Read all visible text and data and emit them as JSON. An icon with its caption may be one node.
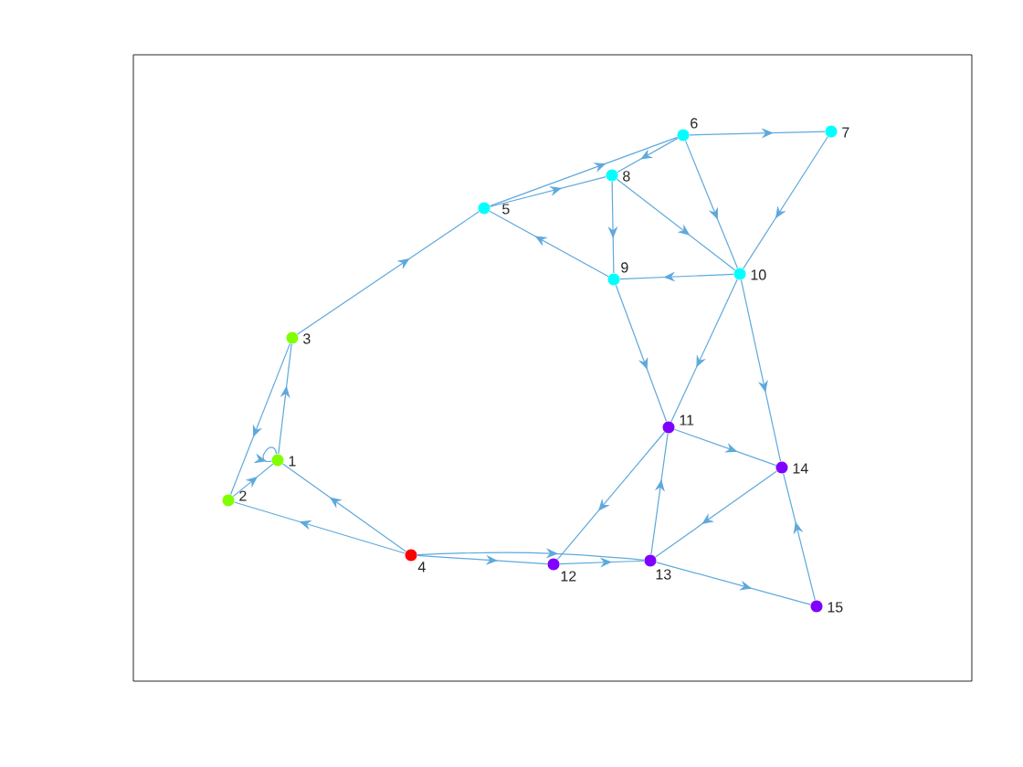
{
  "diagram": {
    "nodes": [
      {
        "text": [],
        "shape": "circle",
        "beside": [
          "1"
        ]
      },
      {
        "text": [],
        "shape": "circle",
        "beside": [
          "2"
        ]
      },
      {
        "text": [],
        "shape": "circle",
        "beside": [
          "3"
        ]
      },
      {
        "text": [],
        "shape": "circle",
        "beside": [
          "4"
        ]
      },
      {
        "text": [],
        "shape": "circle",
        "beside": [
          "5"
        ]
      },
      {
        "text": [],
        "shape": "circle",
        "beside": [
          "6"
        ]
      },
      {
        "text": [],
        "shape": "circle",
        "beside": [
          "7"
        ]
      },
      {
        "text": [],
        "shape": "circle",
        "beside": [
          "8"
        ]
      },
      {
        "text": [],
        "shape": "circle",
        "beside": [
          "9"
        ]
      },
      {
        "text": [],
        "shape": "circle",
        "beside": [
          "10"
        ]
      },
      {
        "text": [],
        "shape": "circle",
        "beside": [
          "11"
        ]
      },
      {
        "text": [],
        "shape": "circle",
        "beside": [
          "12"
        ]
      },
      {
        "text": [],
        "shape": "circle",
        "beside": [
          "13"
        ]
      },
      {
        "text": [],
        "shape": "circle",
        "beside": [
          "14"
        ]
      },
      {
        "text": [],
        "shape": "circle",
        "beside": [
          "15"
        ]
      }
    ],
    "edges": [
      {
        "from": 0,
        "to": 0,
        "arrow": "to"
      },
      {
        "from": 1,
        "to": 0,
        "arrow": "to"
      },
      {
        "from": 0,
        "to": 2,
        "arrow": "to"
      },
      {
        "from": 2,
        "to": 1,
        "arrow": "to"
      },
      {
        "from": 2,
        "to": 4,
        "arrow": "to"
      },
      {
        "from": 3,
        "to": 0,
        "arrow": "to"
      },
      {
        "from": 3,
        "to": 1,
        "arrow": "to"
      },
      {
        "from": 3,
        "to": 11,
        "arrow": "to"
      },
      {
        "from": 3,
        "to": 12,
        "arrow": "to"
      },
      {
        "from": 4,
        "to": 5,
        "arrow": "to"
      },
      {
        "from": 4,
        "to": 7,
        "arrow": "to"
      },
      {
        "from": 5,
        "to": 6,
        "arrow": "to"
      },
      {
        "from": 5,
        "to": 7,
        "arrow": "to"
      },
      {
        "from": 5,
        "to": 9,
        "arrow": "to"
      },
      {
        "from": 6,
        "to": 9,
        "arrow": "to"
      },
      {
        "from": 7,
        "to": 8,
        "arrow": "to"
      },
      {
        "from": 7,
        "to": 9,
        "arrow": "to"
      },
      {
        "from": 8,
        "to": 4,
        "arrow": "to"
      },
      {
        "from": 8,
        "to": 10,
        "arrow": "to"
      },
      {
        "from": 9,
        "to": 8,
        "arrow": "to"
      },
      {
        "from": 9,
        "to": 10,
        "arrow": "to"
      },
      {
        "from": 9,
        "to": 13,
        "arrow": "to"
      },
      {
        "from": 10,
        "to": 11,
        "arrow": "to"
      },
      {
        "from": 10,
        "to": 13,
        "arrow": "to"
      },
      {
        "from": 11,
        "to": 12,
        "arrow": "to"
      },
      {
        "from": 12,
        "to": 10,
        "arrow": "to"
      },
      {
        "from": 12,
        "to": 14,
        "arrow": "to"
      },
      {
        "from": 13,
        "to": 12,
        "arrow": "to"
      },
      {
        "from": 14,
        "to": 13,
        "arrow": "to"
      }
    ]
  }
}
